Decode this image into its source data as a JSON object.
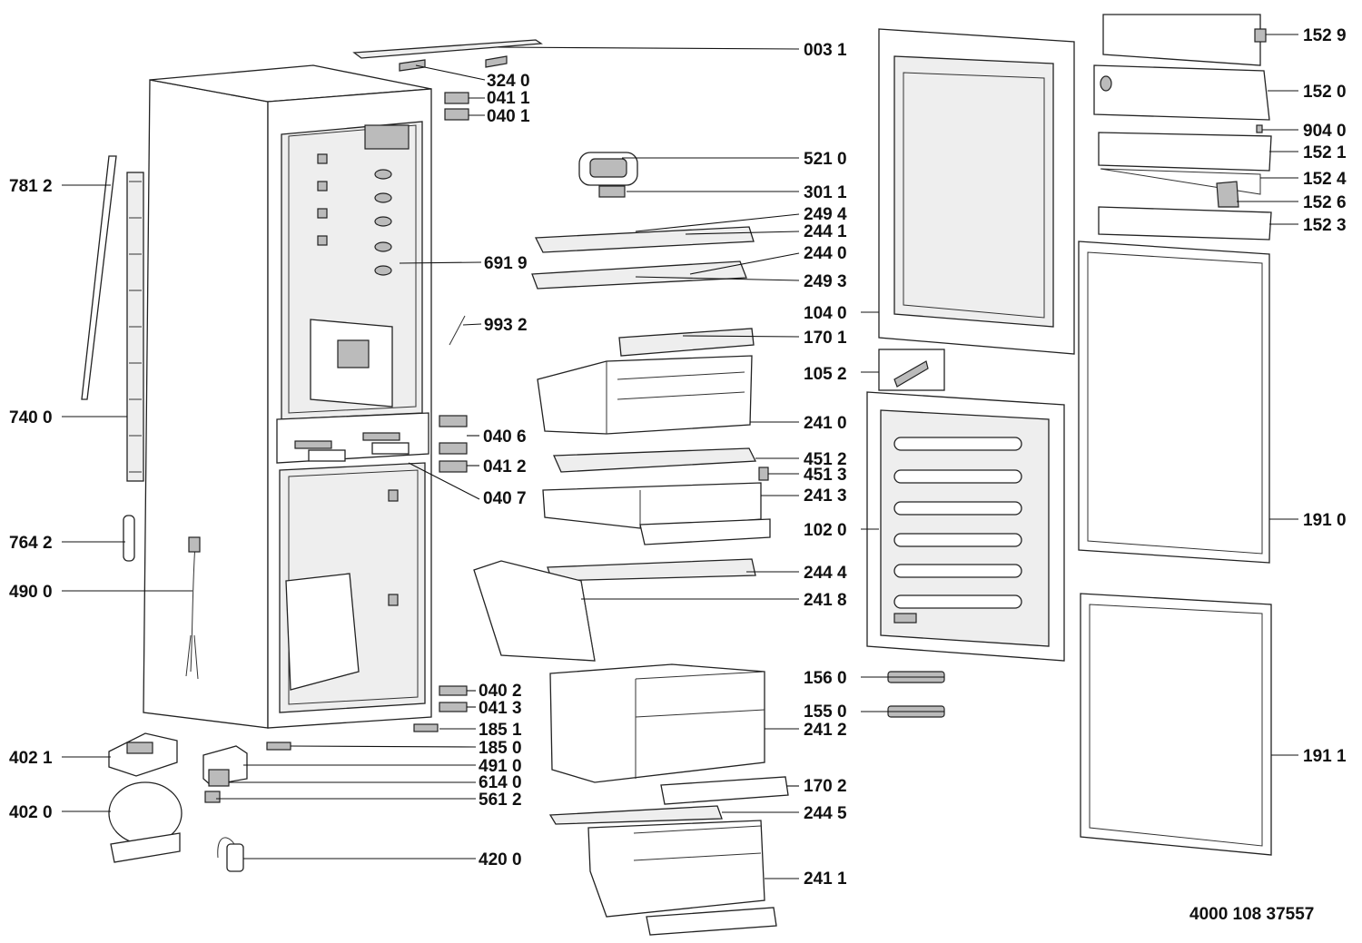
{
  "diagram": {
    "document_number": "4000 108 37557",
    "labels": [
      "003 1",
      "324 0",
      "041 1",
      "040 1",
      "521 0",
      "301 1",
      "249 4",
      "244 1",
      "244 0",
      "249 3",
      "691 9",
      "993 2",
      "104 0",
      "170 1",
      "105 2",
      "241 0",
      "040 6",
      "041 2",
      "451 2",
      "451 3",
      "040 7",
      "241 3",
      "102 0",
      "244 4",
      "241 8",
      "040 2",
      "041 3",
      "185 1",
      "185 0",
      "156 0",
      "155 0",
      "241 2",
      "491 0",
      "614 0",
      "561 2",
      "170 2",
      "244 5",
      "420 0",
      "241 1",
      "781 2",
      "740 0",
      "764 2",
      "490 0",
      "402 1",
      "402 0",
      "152 9",
      "152 0",
      "904 0",
      "152 1",
      "152 4",
      "152 6",
      "152 3",
      "191 0",
      "191 1"
    ]
  }
}
